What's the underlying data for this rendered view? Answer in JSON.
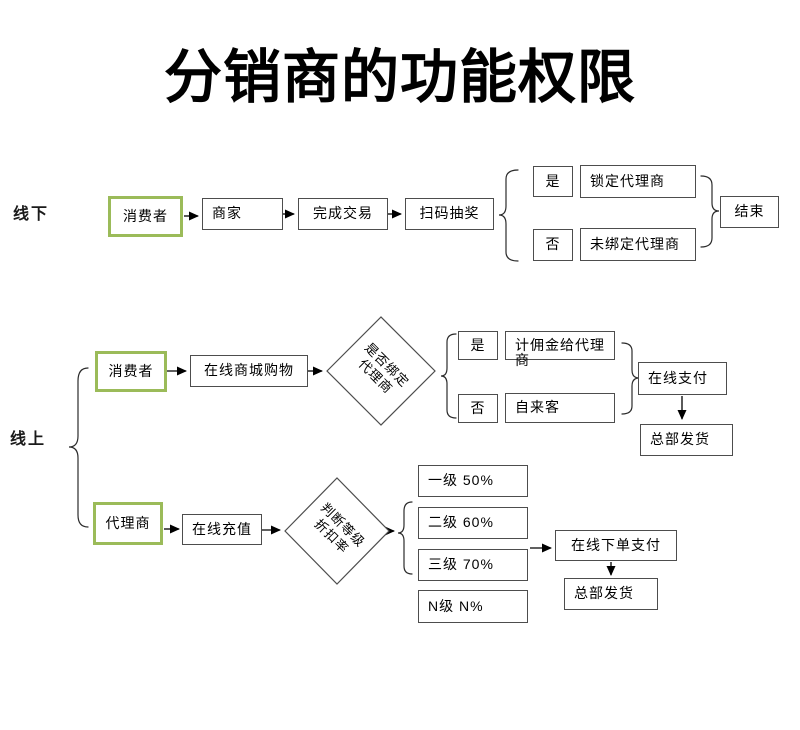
{
  "title": "分销商的功能权限",
  "colors": {
    "accent_green": "#9bbb59",
    "box_border": "#4d4d4d",
    "line_color": "#000000"
  },
  "offline": {
    "label": "线下",
    "consumer": "消费者",
    "merchant": "商家",
    "complete_deal": "完成交易",
    "scan_lottery": "扫码抽奖",
    "yes": "是",
    "yes_result": "锁定代理商",
    "no": "否",
    "no_result": "未绑定代理商",
    "end": "结束"
  },
  "online": {
    "label": "线上",
    "consumer_flow": {
      "actor": "消费者",
      "action": "在线商城购物",
      "decision_line1": "是否绑定",
      "decision_line2": "代理商",
      "yes": "是",
      "yes_result": "计佣金给代理商",
      "no": "否",
      "no_result": "自来客",
      "pay": "在线支付",
      "ship": "总部发货"
    },
    "agent_flow": {
      "actor": "代理商",
      "action": "在线充值",
      "decision_line1": "判断等级",
      "decision_line2": "折扣率",
      "levels": [
        "一级 50%",
        "二级 60%",
        "三级 70%",
        "N级 N%"
      ],
      "pay": "在线下单支付",
      "ship": "总部发货"
    }
  }
}
